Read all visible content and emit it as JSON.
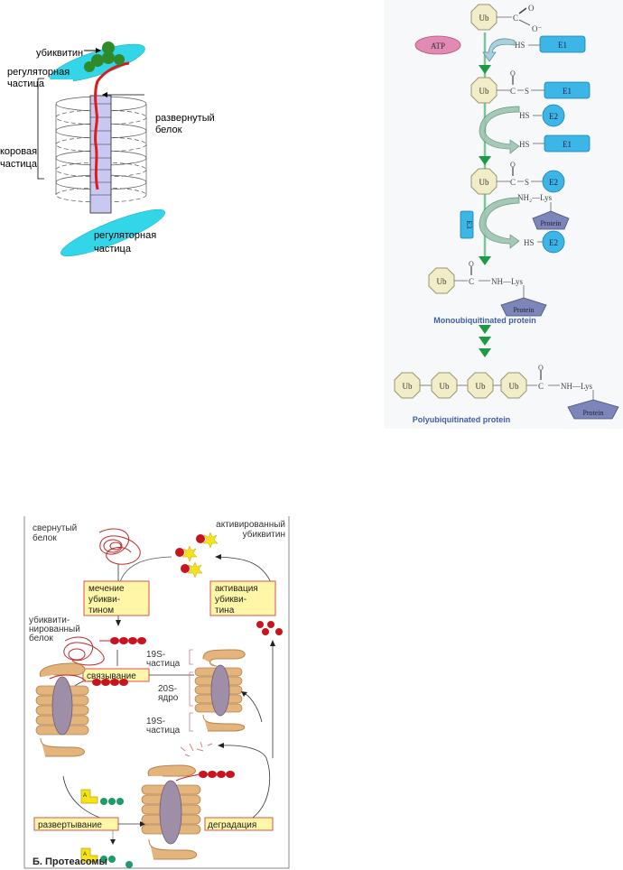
{
  "figure_proteasome_schema": {
    "labels": {
      "ubiquitin": "убиквитин",
      "regulatory_top_1": "регуляторная",
      "regulatory_top_2": "частица",
      "unfolded_1": "развернутый",
      "unfolded_2": "белок",
      "core_1": "коровая",
      "core_2": "частица",
      "regulatory_bottom_1": "регуляторная",
      "regulatory_bottom_2": "частица"
    },
    "colors": {
      "regulatory": "#33d6e8",
      "ubiquitin": "#2f8a2a",
      "protein": "#dd1b1b",
      "channel": "#c8c8f0"
    }
  },
  "figure_ubiquitination": {
    "ub": "Ub",
    "atp": "ATP",
    "e1": "E1",
    "e2": "E2",
    "e3": "E3",
    "hs": "HS",
    "c": "C",
    "s": "S",
    "o": "O",
    "o_minus": "O⁻",
    "nh2_lys": "NH₂—Lys",
    "nh_lys": "NH—Lys",
    "protein": "Protein",
    "mono_caption": "Monoubiquitinated protein",
    "poly_caption": "Polyubiquitinated protein",
    "colors": {
      "ub_fill": "#f0edc8",
      "enzyme": "#3bb6e6",
      "atp": "#e08ab4",
      "protein": "#7d86b8",
      "arrow": "#1d9a44",
      "caption": "#3f5fa0"
    }
  },
  "figure_proteasome_cycle": {
    "labels": {
      "folded_protein_1": "свернутый",
      "folded_protein_2": "белок",
      "activated_ub_1": "активированный",
      "activated_ub_2": "убиквитин",
      "ubiquitinated_protein_1": "убиквити-",
      "ubiquitinated_protein_2": "нированный",
      "ubiquitinated_protein_3": "белок",
      "particle_19s_top_1": "19S-",
      "particle_19s_top_2": "частица",
      "core_20s_1": "20S-",
      "core_20s_2": "ядро",
      "particle_19s_bottom_1": "19S-",
      "particle_19s_bottom_2": "частица"
    },
    "boxes": {
      "tagging_1": "мечение",
      "tagging_2": "убикви-",
      "tagging_3": "тином",
      "activation_1": "активация",
      "activation_2": "убикви-",
      "activation_3": "тина",
      "binding": "связывание",
      "unfolding": "развертывание",
      "degradation": "деградация"
    },
    "atp_mark": "A",
    "caption": "Б. Протеасомы",
    "colors": {
      "box_fill": "#fff6a8",
      "box_border": "#d9534f",
      "ub_bead": "#c8141e",
      "green_bead": "#1f9a6a",
      "proteasome": "#e3b47c"
    }
  }
}
